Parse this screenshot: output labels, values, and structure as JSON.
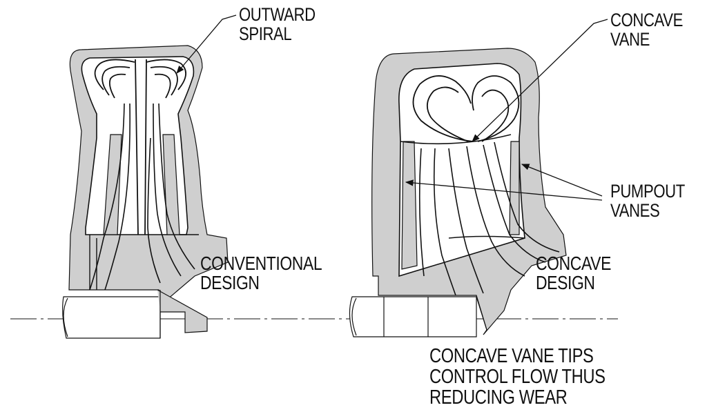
{
  "labels": {
    "outward_spiral": [
      "OUTWARD",
      "SPIRAL"
    ],
    "concave_vane": [
      "CONCAVE",
      "VANE"
    ],
    "pumpout_vanes": [
      "PUMPOUT",
      "VANES"
    ],
    "conventional_design": [
      "CONVENTIONAL",
      "DESIGN"
    ],
    "concave_design": [
      "CONCAVE",
      "DESIGN"
    ],
    "caption": [
      "CONCAVE VANE TIPS",
      "CONTROL FLOW THUS",
      "REDUCING WEAR"
    ]
  },
  "colors": {
    "casing_fill": "#cfcfcf",
    "line": "#111111",
    "background": "#ffffff"
  }
}
